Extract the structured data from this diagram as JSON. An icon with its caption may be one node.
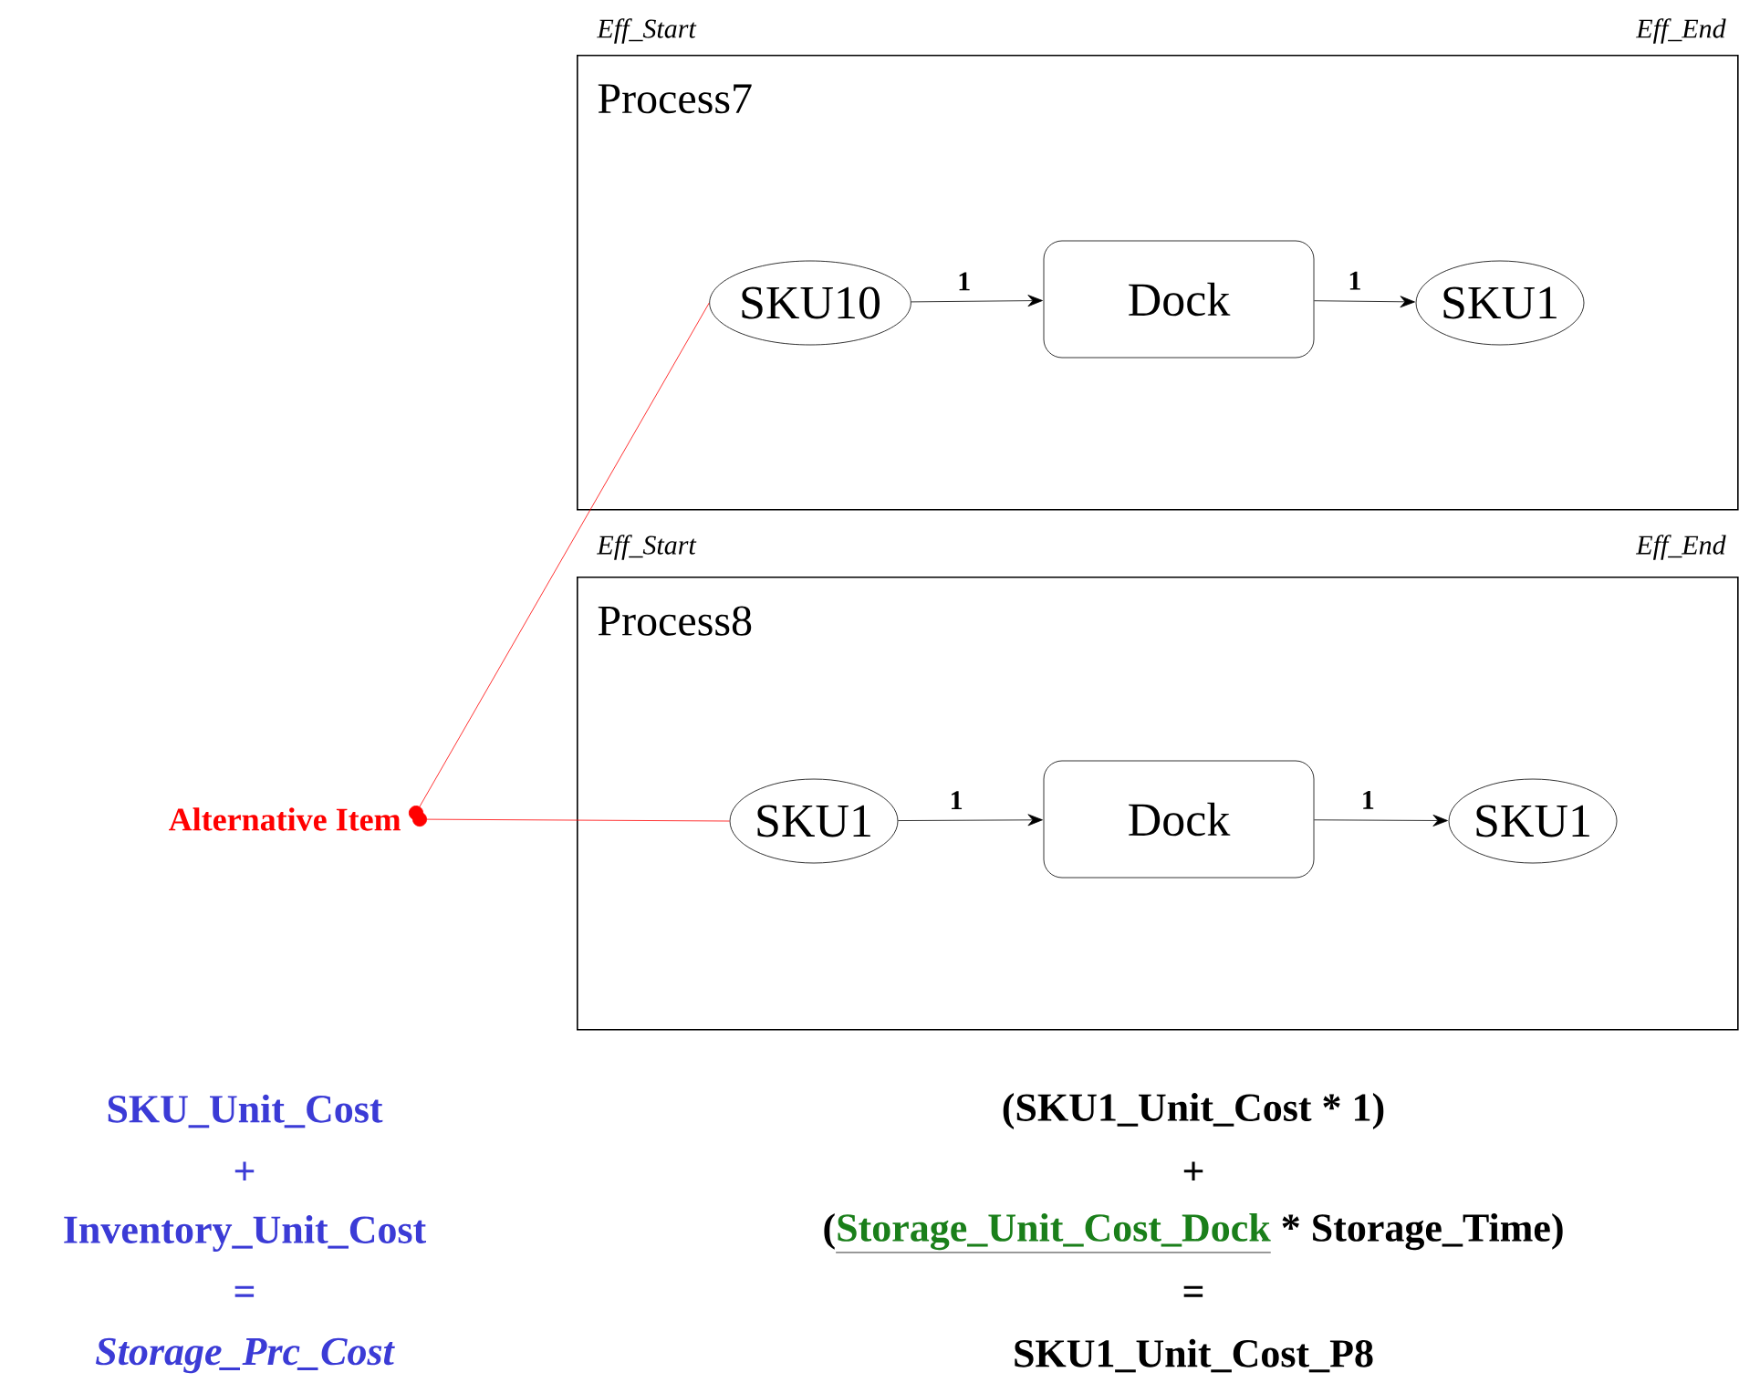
{
  "diagram": {
    "nodes": [
      {
        "text": [
          "Process7"
        ],
        "beside": [
          "Eff_Start",
          "Eff_End"
        ]
      },
      {
        "text": [
          "SKU10"
        ],
        "in": 0
      },
      {
        "text": [
          "Dock"
        ],
        "in": 0
      },
      {
        "text": [
          "SKU1"
        ],
        "in": 0
      },
      {
        "text": [
          "Process8"
        ],
        "beside": [
          "Eff_Start",
          "Eff_End"
        ]
      },
      {
        "text": [
          "SKU1"
        ],
        "in": 4
      },
      {
        "text": [
          "Dock"
        ],
        "in": 4
      },
      {
        "text": [
          "SKU1"
        ],
        "in": 4
      },
      {
        "text": [
          "Alternative Item"
        ]
      }
    ],
    "edges": [
      {
        "from": 1,
        "to": 2,
        "arrow": "to",
        "label": "1"
      },
      {
        "from": 2,
        "to": 3,
        "arrow": "to",
        "label": "1"
      },
      {
        "from": 5,
        "to": 6,
        "arrow": "to",
        "label": "1"
      },
      {
        "from": 6,
        "to": 7,
        "arrow": "to",
        "label": "1"
      },
      {
        "from": 8,
        "to": 1,
        "arrow": "other",
        "color": "#ff0000"
      },
      {
        "from": 8,
        "to": 5,
        "arrow": "other",
        "color": "#ff0000"
      }
    ],
    "labels": [
      "SKU_Unit_Cost",
      "+",
      "Inventory_Unit_Cost",
      "=",
      "Storage_Prc_Cost",
      "(SKU1_Unit_Cost * 1)",
      "+",
      "(",
      "Storage_Unit_Cost_Dock",
      "* Storage_Time)",
      "=",
      "SKU1_Unit_Cost_P8"
    ]
  }
}
